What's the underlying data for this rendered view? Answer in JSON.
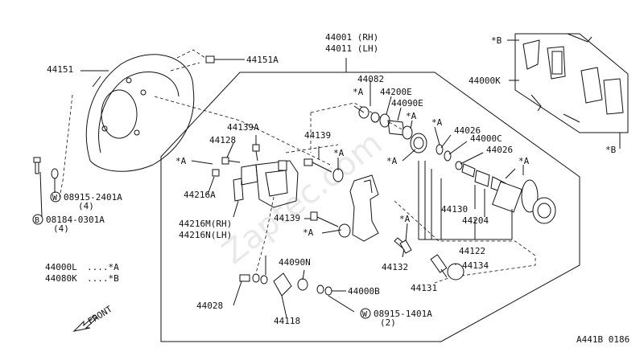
{
  "diagram": {
    "part_labels": {
      "caliper_rh": "44001 (RH)",
      "caliper_lh": "44011 (LH)",
      "splash_plate": "44151",
      "plate_bolt": "44151A",
      "bolt_washer": "08915-2401A",
      "bolt_washer_qty": "(4)",
      "bolt": "08184-0301A",
      "bolt_qty": "(4)",
      "pad_kit_l": "44000L",
      "pad_kit_l_note": "....*A",
      "seal_kit_k": "44080K",
      "seal_kit_k_note": "....*B",
      "pad_set": "44000K",
      "b_mark_top": "*B",
      "b_mark_bottom": "*B",
      "boot_44082": "44082",
      "piston_seal_e": "44200E",
      "piston_boot_e": "44090E",
      "a_mark_1": "*A",
      "a_mark_2": "*A",
      "a_mark_3": "*A",
      "a_mark_4": "*A",
      "a_mark_5": "*A",
      "a_mark_6": "*A",
      "a_mark_7": "*A",
      "a_mark_8": "*A",
      "a_mark_9": "*A",
      "bleeder_cap": "44139A",
      "bleeder": "44128",
      "pin_44139_top": "44139",
      "pin_44139_mid": "44139",
      "pin_boot": "44216A",
      "spring_rh": "44216M(RH)",
      "spring_lh": "44216N(LH)",
      "ring_44026_a": "44026",
      "ring_44026_b": "44026",
      "pad_44000c": "44000C",
      "piston_44130": "44130",
      "spring_44204": "44204",
      "rod_44122": "44122",
      "nut_44132": "44132",
      "lever_44134": "44134",
      "screw_44131": "44131",
      "boot_44090n": "44090N",
      "washer_44000b": "44000B",
      "bleed_44028": "44028",
      "link_44118": "44118",
      "washer_w2": "08915-1401A",
      "washer_w2_qty": "(2)",
      "w_mark_1": "W",
      "w_mark_2": "W",
      "b_circle": "B",
      "front_label": "FRONT",
      "catalog_ref": "A441B 0186",
      "watermark": "Zaptec.com"
    }
  }
}
